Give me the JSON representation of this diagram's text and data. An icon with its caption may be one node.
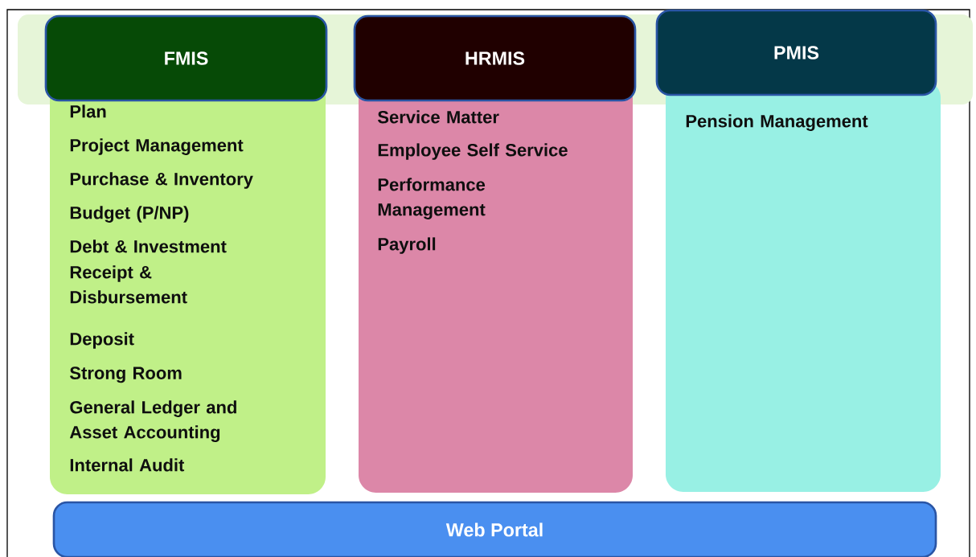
{
  "diagram": {
    "nodes": [
      {
        "text": [
          "FMIS"
        ]
      },
      {
        "text": [
          "Plan",
          "Project Management",
          "Purchase & Inventory",
          "Budget (P/NP)",
          "Debt & Investment",
          "Receipt & Disbursement",
          "Deposit",
          "Strong Room",
          "General Ledger and Asset Accounting",
          "Internal Audit"
        ]
      },
      {
        "text": [
          "HRMIS"
        ]
      },
      {
        "text": [
          "Service Matter",
          "Employee Self Service",
          "Performance Management",
          "Payroll"
        ]
      },
      {
        "text": [
          "PMIS"
        ]
      },
      {
        "text": [
          "Pension Management"
        ]
      },
      {
        "text": [
          "Web Portal"
        ]
      }
    ]
  }
}
